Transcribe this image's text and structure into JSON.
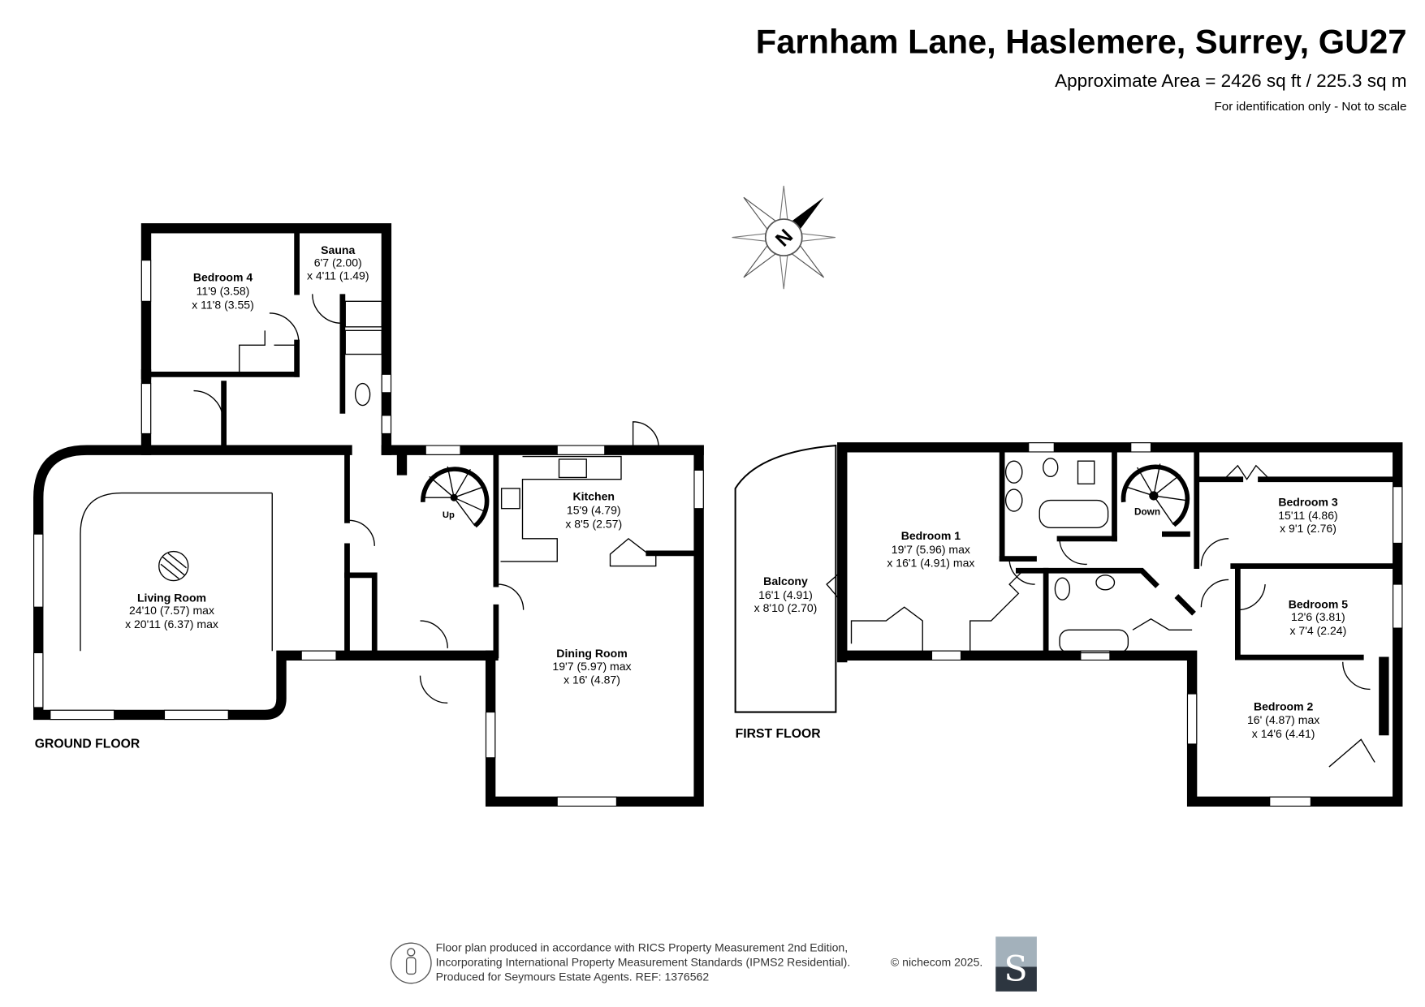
{
  "header": {
    "title": "Farnham Lane, Haslemere, Surrey, GU27",
    "area": "Approximate Area = 2426 sq ft / 225.3 sq m",
    "disclaimer": "For identification only - Not to scale"
  },
  "ground_floor": {
    "label": "GROUND FLOOR",
    "stairs_label": "Up",
    "rooms": [
      {
        "name": "Bedroom 4",
        "dims": [
          "11'9 (3.58)",
          "x 11'8 (3.55)"
        ]
      },
      {
        "name": "Sauna",
        "dims": [
          "6'7 (2.00)",
          "x 4'11 (1.49)"
        ]
      },
      {
        "name": "Living Room",
        "dims": [
          "24'10 (7.57) max",
          "x 20'11 (6.37) max"
        ]
      },
      {
        "name": "Kitchen",
        "dims": [
          "15'9 (4.79)",
          "x 8'5 (2.57)"
        ]
      },
      {
        "name": "Dining Room",
        "dims": [
          "19'7 (5.97) max",
          "x 16' (4.87)"
        ]
      }
    ]
  },
  "first_floor": {
    "label": "FIRST FLOOR",
    "stairs_label": "Down",
    "rooms": [
      {
        "name": "Balcony",
        "dims": [
          "16'1 (4.91)",
          "x 8'10 (2.70)"
        ]
      },
      {
        "name": "Bedroom 1",
        "dims": [
          "19'7 (5.96) max",
          "x 16'1 (4.91) max"
        ]
      },
      {
        "name": "Bedroom 3",
        "dims": [
          "15'11 (4.86)",
          "x 9'1 (2.76)"
        ]
      },
      {
        "name": "Bedroom 5",
        "dims": [
          "12'6 (3.81)",
          "x 7'4 (2.24)"
        ]
      },
      {
        "name": "Bedroom 2",
        "dims": [
          "16' (4.87)  max",
          "x 14'6 (4.41)"
        ]
      }
    ]
  },
  "compass": {
    "label": "N"
  },
  "footer": {
    "lines": [
      "Floor plan produced in accordance with RICS Property Measurement 2nd Edition,",
      "Incorporating International Property Measurement Standards (IPMS2 Residential).",
      "Produced for Seymours Estate Agents.   REF: 1376562"
    ],
    "copyright": "© nichecom 2025.",
    "logo_letter": "S",
    "logo_colors": {
      "top": "#a3b1bb",
      "bottom": "#2d3640"
    }
  }
}
